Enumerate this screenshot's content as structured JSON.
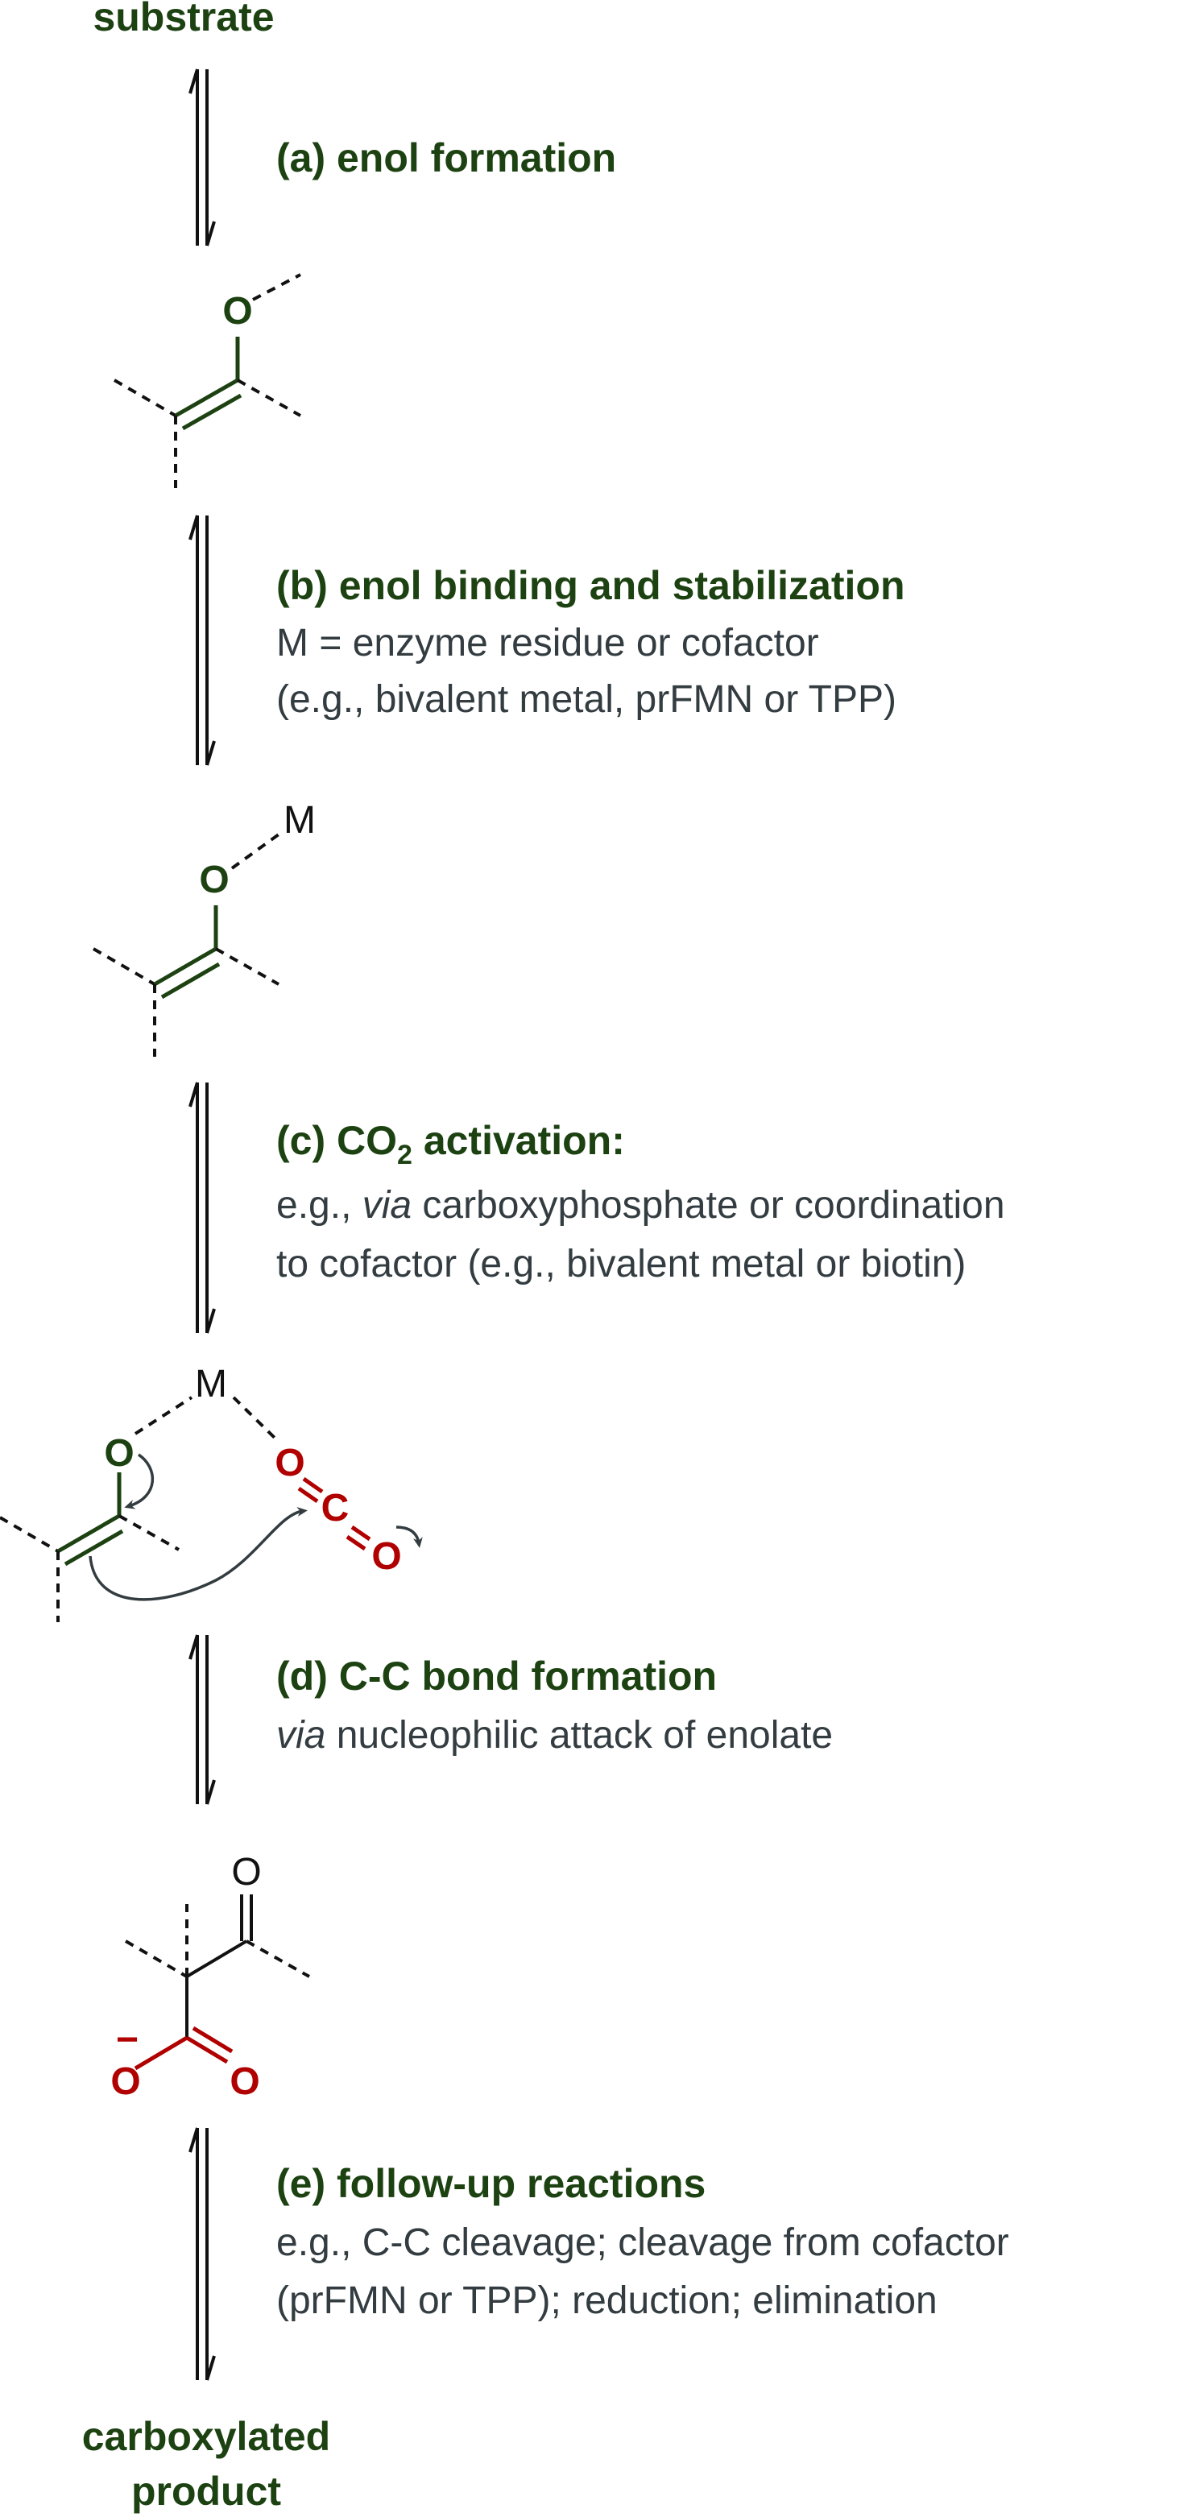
{
  "start": "substrate",
  "end": [
    "carboxylated",
    "product"
  ],
  "steps": {
    "a": {
      "title": "(a) enol formation"
    },
    "b": {
      "title": "(b) enol binding and stabilization",
      "lines": [
        "M = enzyme residue or cofactor",
        "(e.g., bivalent metal, prFMN or TPP)"
      ]
    },
    "c": {
      "title_pre": "(c) CO",
      "title_sub": "2",
      "title_post": " activation:",
      "line1_pre": "e.g., ",
      "line1_it": "via",
      "line1_post": " carboxyphosphate or coordination",
      "line2": "to cofactor (e.g., bivalent metal or biotin)"
    },
    "d": {
      "title": "(d) C-C bond formation",
      "line_it": "via",
      "line_post": " nucleophilic attack of enolate"
    },
    "e": {
      "title": "(e) follow-up reactions",
      "lines": [
        "e.g., C-C cleavage; cleavage from cofactor",
        "(prFMN or TPP); reduction; elimination"
      ]
    }
  },
  "atoms": {
    "O": "O",
    "M": "M",
    "C": "C",
    "minus": "−"
  },
  "colors": {
    "green": "#1d4212",
    "red": "#b00000",
    "gray": "#333c40"
  }
}
